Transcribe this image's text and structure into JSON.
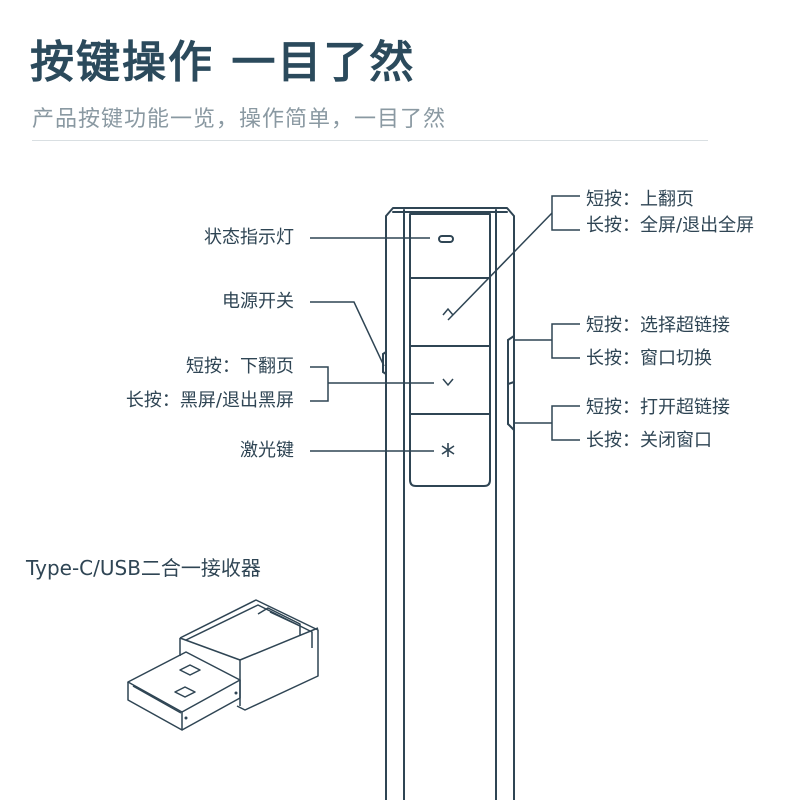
{
  "header": {
    "title": "按键操作 一目了然",
    "subtitle": "产品按键功能一览，操作简单，一目了然"
  },
  "left_labels": {
    "indicator": "状态指示灯",
    "power": "电源开关",
    "down_short": "短按：下翻页",
    "down_long": "长按：黑屏/退出黑屏",
    "laser": "激光键"
  },
  "right_labels": {
    "up_short": "短按：上翻页",
    "up_long": "长按：全屏/退出全屏",
    "side1_short": "短按：选择超链接",
    "side1_long": "长按：窗口切换",
    "side2_short": "短按：打开超链接",
    "side2_long": "长按：关闭窗口"
  },
  "receiver": {
    "label": "Type-C/USB二合一接收器"
  },
  "icons": [
    "indicator-led-icon",
    "chevron-up-icon",
    "chevron-down-icon",
    "laser-asterisk-icon",
    "usb-receiver-icon"
  ],
  "colors": {
    "stroke": "#2f4554",
    "title": "#2b4a5c",
    "subtitle": "#8a99a2"
  }
}
